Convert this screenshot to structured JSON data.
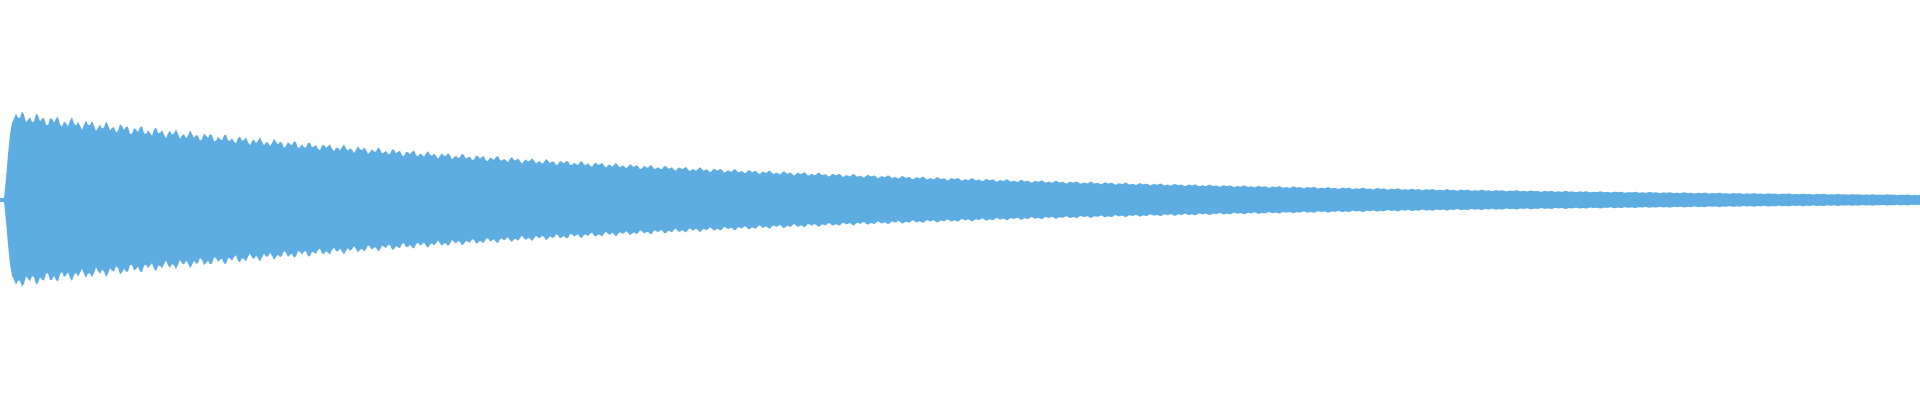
{
  "waveform": {
    "color": "#5dade2",
    "background": "#ffffff",
    "envelope": {
      "attack_fraction": 0.004,
      "peak_amplitude": 1.0,
      "end_amplitude": 0.06,
      "decay_curve": "exponential"
    },
    "oscillation_ripple": 0.08
  }
}
